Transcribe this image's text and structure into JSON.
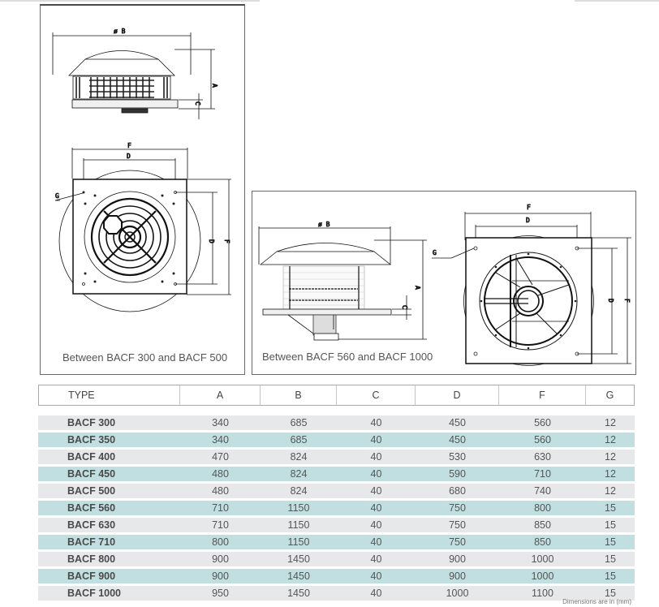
{
  "diagrams": [
    {
      "caption": "Between BACF 300 and BACF 500",
      "views": [
        "side-view",
        "top-view"
      ],
      "dimension_labels": {
        "diameter": "ø B",
        "height": "A",
        "base": "C",
        "outer": "F",
        "inner": "D",
        "hole": "G"
      }
    },
    {
      "caption": "Between BACF 560 and BACF 1000",
      "views": [
        "side-view",
        "top-view"
      ],
      "dimension_labels": {
        "diameter": "ø B",
        "height": "A",
        "base": "C",
        "outer": "F",
        "inner": "D",
        "hole": "G"
      }
    }
  ],
  "table": {
    "headers": [
      "TYPE",
      "A",
      "B",
      "C",
      "D",
      "F",
      "G"
    ],
    "rows": [
      [
        "BACF 300",
        "340",
        "685",
        "40",
        "450",
        "560",
        "12"
      ],
      [
        "BACF 350",
        "340",
        "685",
        "40",
        "450",
        "560",
        "12"
      ],
      [
        "BACF 400",
        "470",
        "824",
        "40",
        "530",
        "630",
        "12"
      ],
      [
        "BACF 450",
        "480",
        "824",
        "40",
        "590",
        "710",
        "12"
      ],
      [
        "BACF 500",
        "480",
        "824",
        "40",
        "680",
        "740",
        "12"
      ],
      [
        "BACF 560",
        "710",
        "1150",
        "40",
        "750",
        "800",
        "15"
      ],
      [
        "BACF 630",
        "710",
        "1150",
        "40",
        "750",
        "850",
        "15"
      ],
      [
        "BACF 710",
        "800",
        "1150",
        "40",
        "750",
        "850",
        "15"
      ],
      [
        "BACF 800",
        "900",
        "1450",
        "40",
        "900",
        "1000",
        "15"
      ],
      [
        "BACF 900",
        "900",
        "1450",
        "40",
        "900",
        "1000",
        "15"
      ],
      [
        "BACF 1000",
        "950",
        "1450",
        "40",
        "1000",
        "1100",
        "15"
      ]
    ],
    "row_colors": [
      "#e7e8ea",
      "#c1dfe0"
    ]
  },
  "footnote": "Dimensions are in (mm)"
}
